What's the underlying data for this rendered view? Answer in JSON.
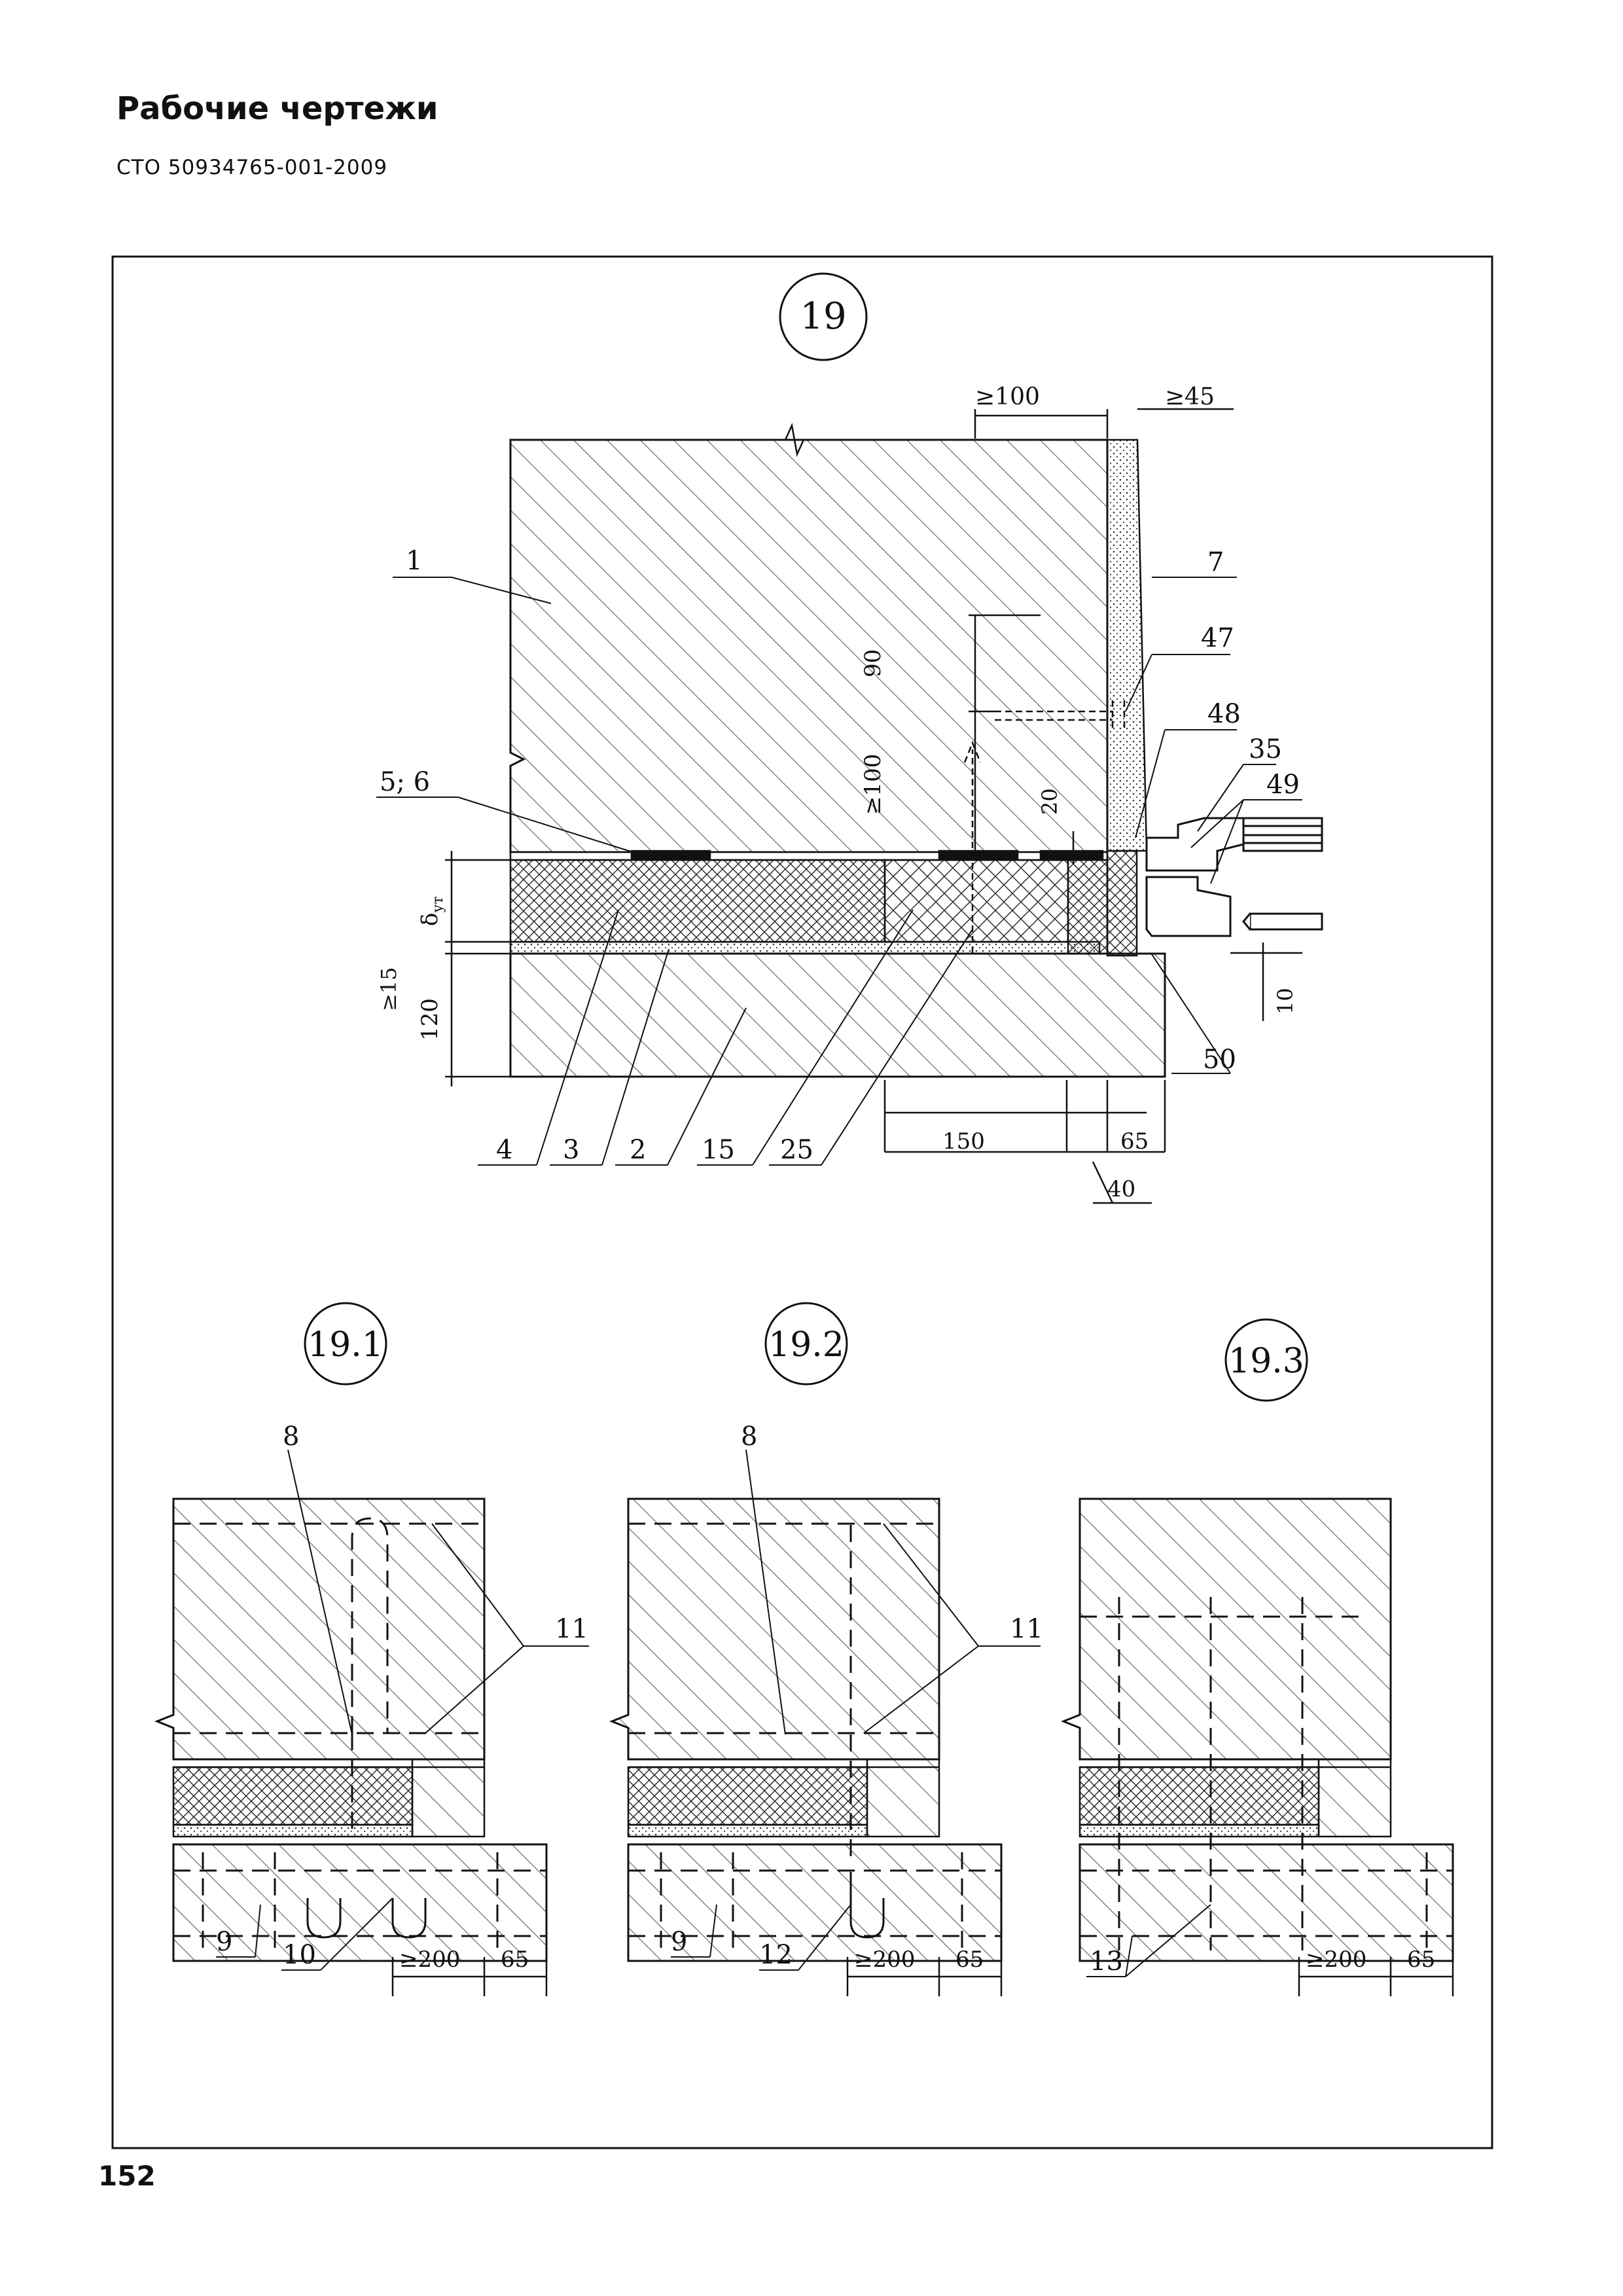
{
  "header": {
    "title": "Рабочие чертежи",
    "code": "СТО 50934765-001-2009"
  },
  "page_number": "152",
  "main": {
    "label": "19",
    "dimensions": {
      "top_left": "≥100",
      "top_right": "≥45",
      "v90": "90",
      "v100": "≥100",
      "v20": "20",
      "delta": "δ",
      "delta_sub": "ут",
      "v15": "≥15",
      "v120": "120",
      "v10": "10",
      "b150": "150",
      "b65": "65",
      "b40": "40"
    },
    "callouts": {
      "c1": "1",
      "c7": "7",
      "c47": "47",
      "c48": "48",
      "c35": "35",
      "c49": "49",
      "c56": "5; 6",
      "c50": "50",
      "c4": "4",
      "c3": "3",
      "c2": "2",
      "c15": "15",
      "c25": "25"
    }
  },
  "sub1": {
    "label": "19.1",
    "c8": "8",
    "c11": "11",
    "c9": "9",
    "c10": "10",
    "d200": "≥200",
    "d65": "65"
  },
  "sub2": {
    "label": "19.2",
    "c8": "8",
    "c11": "11",
    "c9": "9",
    "c12": "12",
    "d200": "≥200",
    "d65": "65"
  },
  "sub3": {
    "label": "19.3",
    "c13": "13",
    "d200": "≥200",
    "d65": "65"
  }
}
